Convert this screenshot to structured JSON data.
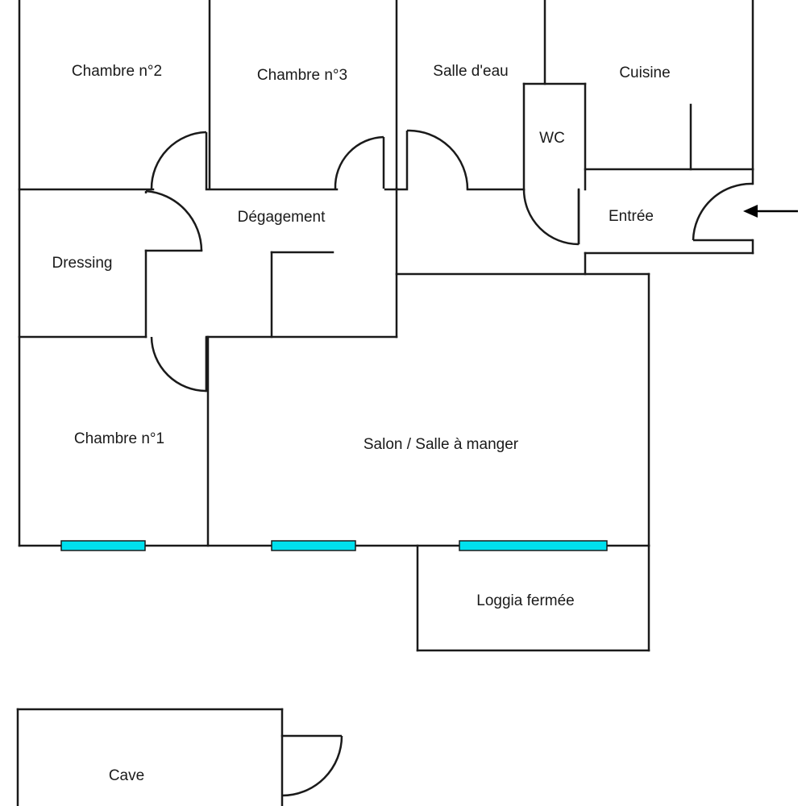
{
  "rooms": {
    "chambre2": "Chambre n°2",
    "chambre3": "Chambre n°3",
    "salle_eau": "Salle d'eau",
    "cuisine": "Cuisine",
    "wc": "WC",
    "degagement": "Dégagement",
    "entree": "Entrée",
    "dressing": "Dressing",
    "chambre1": "Chambre n°1",
    "salon": "Salon / Salle à manger",
    "loggia": "Loggia fermée",
    "cave": "Cave"
  },
  "colors": {
    "wall": "#1a1a1a",
    "window": "#00e0ee",
    "background": "#ffffff"
  }
}
